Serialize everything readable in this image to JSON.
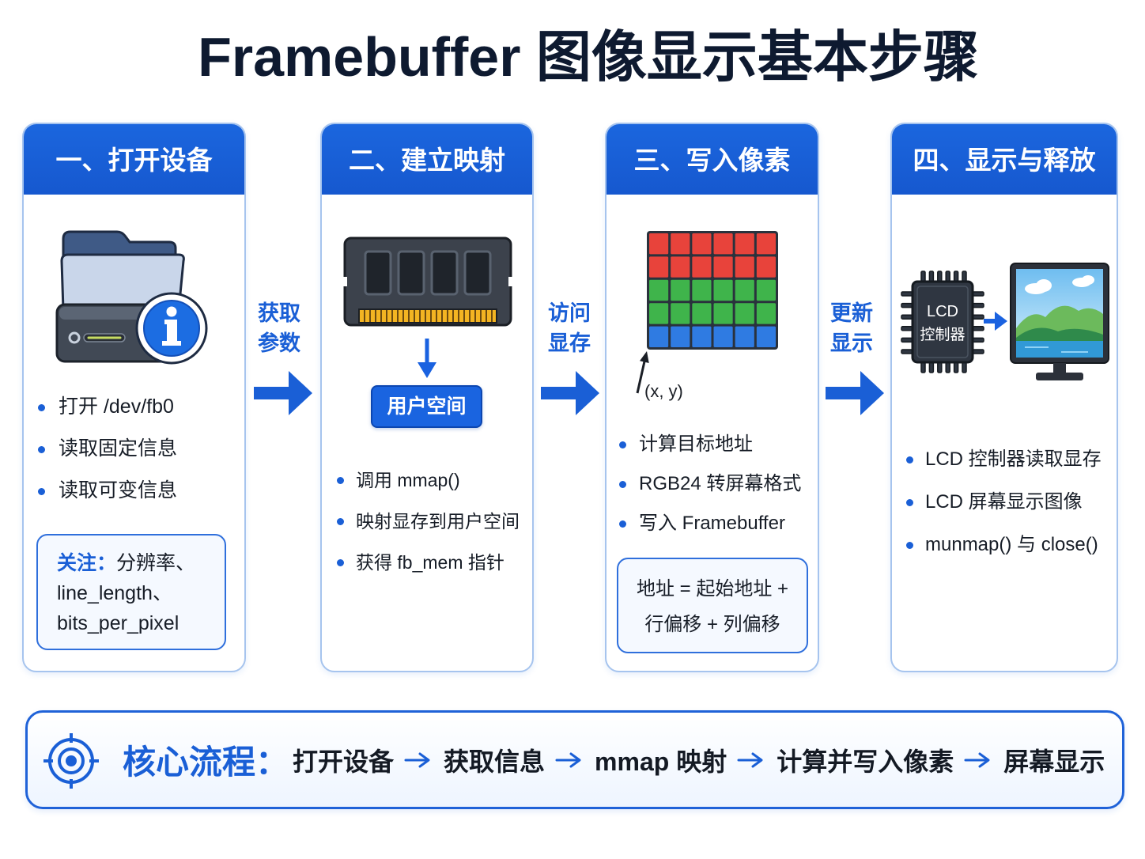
{
  "title": "Framebuffer 图像显示基本步骤",
  "colors": {
    "accent": "#1a5fd6",
    "card_border": "#a6c4ee",
    "note_background": "#f5f9ff",
    "pixel_red": "#e8433b",
    "pixel_green": "#3fb44b",
    "pixel_blue": "#2f7be2"
  },
  "steps": [
    {
      "header": "一、打开设备",
      "icon": "folder-drive-info-icon",
      "bullets": [
        "打开 /dev/fb0",
        "读取固定信息",
        "读取可变信息"
      ],
      "note": {
        "label": "关注：",
        "lines": [
          "分辨率、",
          "line_length、",
          "bits_per_pixel"
        ]
      }
    },
    {
      "header": "二、建立映射",
      "icon": "memory-module-icon",
      "user_space": "用户空间",
      "bullets": [
        "调用 mmap()",
        "映射显存到用户空间",
        "获得 fb_mem 指针"
      ]
    },
    {
      "header": "三、写入像素",
      "icon": "rgb-pixel-grid-icon",
      "coord_label": "(x, y)",
      "bullets": [
        "计算目标地址",
        "RGB24 转屏幕格式",
        "写入 Framebuffer"
      ],
      "formula": [
        "地址 = 起始地址 +",
        "行偏移 + 列偏移"
      ]
    },
    {
      "header": "四、显示与释放",
      "icon": "lcd-controller-monitor-icon",
      "chip_label": [
        "LCD",
        "控制器"
      ],
      "bullets": [
        "LCD 控制器读取显存",
        "LCD 屏幕显示图像",
        "munmap() 与 close()"
      ]
    }
  ],
  "connectors": [
    {
      "label": [
        "获取",
        "参数"
      ]
    },
    {
      "label": [
        "访问",
        "显存"
      ]
    },
    {
      "label": [
        "更新",
        "显示"
      ]
    }
  ],
  "summary": {
    "icon": "target-icon",
    "label": "核心流程：",
    "flow": [
      "打开设备",
      "获取信息",
      "mmap 映射",
      "计算并写入像素",
      "屏幕显示"
    ]
  }
}
